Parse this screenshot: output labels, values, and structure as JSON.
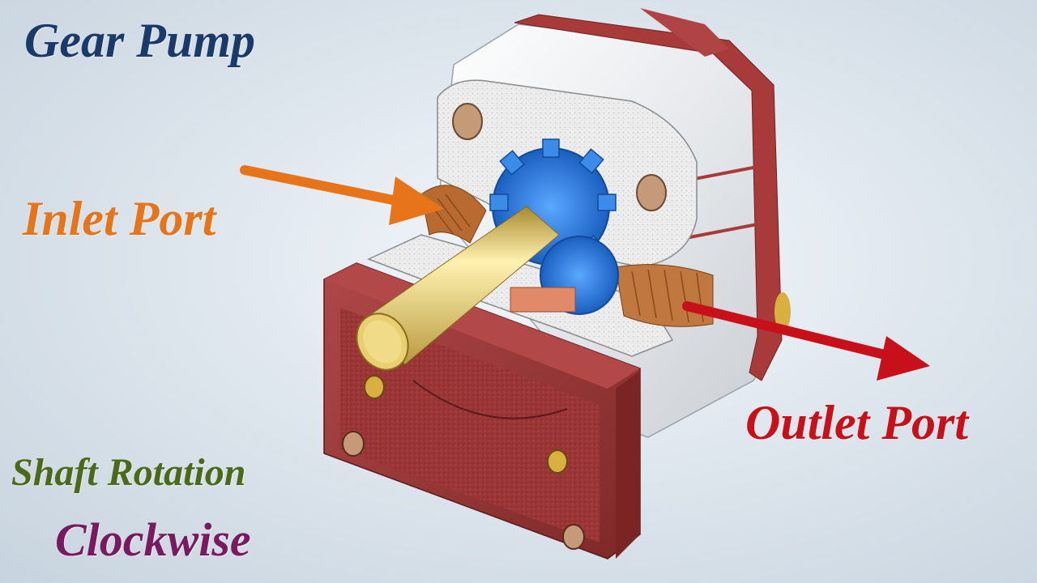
{
  "title": {
    "text": "Gear Pump",
    "color": "#1a3a6a"
  },
  "inlet": {
    "text": "Inlet Port",
    "color": "#e8741a"
  },
  "outlet": {
    "text": "Outlet Port",
    "color": "#c8101a"
  },
  "rotation": {
    "line1": "Shaft Rotation",
    "line1_color": "#4a6a1a",
    "line2": "Clockwise",
    "line2_color": "#7a1a5e"
  },
  "colors": {
    "housing": "#e8ebee",
    "cover": "#a03838",
    "gasket": "#b8b8b8",
    "gear": "#2a7ad8",
    "shaft": "#d8c060",
    "copper": "#c8783a",
    "inlet_arrow": "#e8741a",
    "outlet_arrow": "#c8101a"
  },
  "icons": [
    "inlet-arrow-icon",
    "outlet-arrow-icon",
    "gear-pump-illustration"
  ]
}
